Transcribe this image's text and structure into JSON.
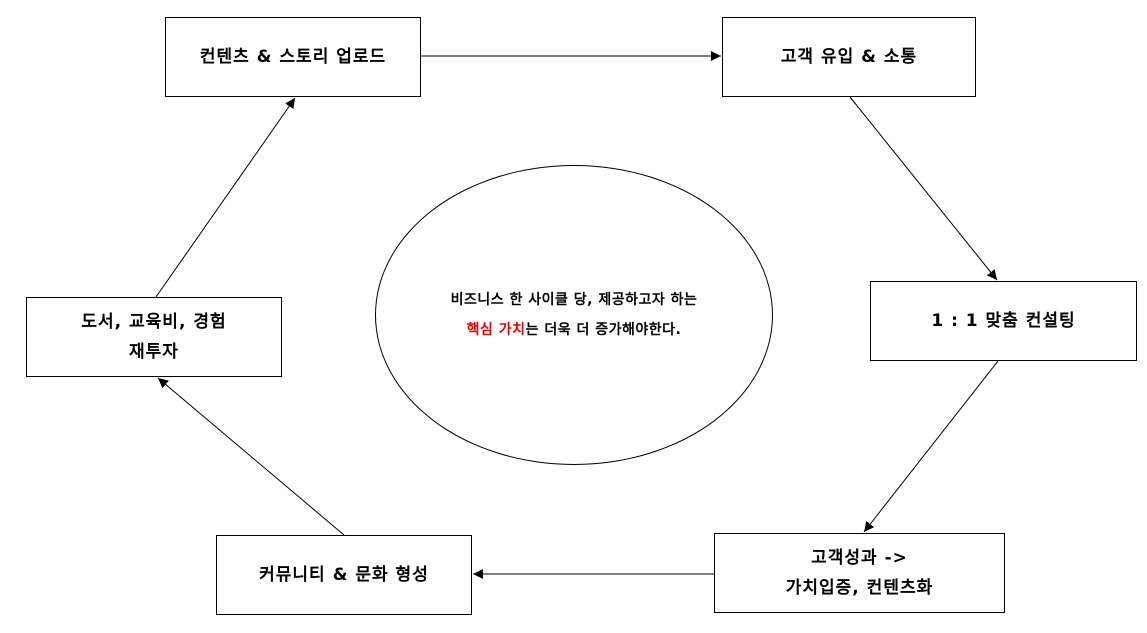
{
  "nodes": {
    "content_upload": {
      "lines": [
        "컨텐츠 & 스토리 업로드"
      ]
    },
    "customer_inflow": {
      "lines": [
        "고객 유입 & 소통"
      ]
    },
    "consulting": {
      "lines": [
        "1 : 1 맞춤 컨설팅"
      ]
    },
    "results": {
      "lines": [
        "고객성과 ->",
        "가치입증, 컨텐츠화"
      ]
    },
    "community": {
      "lines": [
        "커뮤니티 & 문화 형성"
      ]
    },
    "reinvest": {
      "lines": [
        "도서, 교육비, 경험",
        "재투자"
      ]
    }
  },
  "core": {
    "line1": "비즈니스 한 사이클 당, 제공하고자 하는",
    "highlight": "핵심 가치",
    "line2_rest": "는 더욱 더 증가해야한다."
  },
  "colors": {
    "stroke": "#000000",
    "background": "#ffffff",
    "highlight": "#e60000"
  }
}
